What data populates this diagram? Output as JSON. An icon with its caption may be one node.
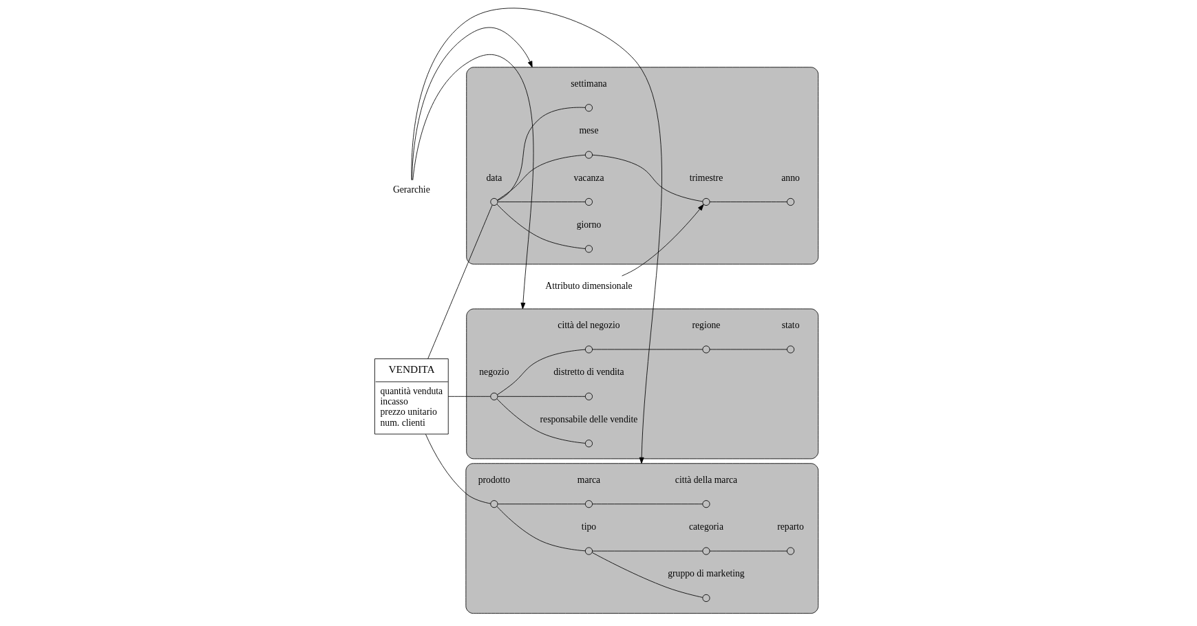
{
  "diagram": {
    "nodes": [
      {
        "text": [
          "Gerarchie"
        ]
      },
      {
        "text": [],
        "shape": "ellipse"
      },
      {
        "text": [],
        "shape": "circle",
        "beside": [
          "gruppo di marketing"
        ],
        "in": 1
      },
      {
        "text": [],
        "shape": "circle",
        "beside": [
          "reparto"
        ],
        "in": 1
      },
      {
        "text": [],
        "shape": "circle",
        "beside": [
          "categoria"
        ],
        "in": 1
      },
      {
        "text": [],
        "shape": "circle",
        "beside": [
          "tipo"
        ],
        "in": 1
      },
      {
        "text": [],
        "shape": "circle",
        "beside": [
          "città della marca"
        ],
        "in": 1
      },
      {
        "text": [],
        "shape": "circle",
        "beside": [
          "marca"
        ],
        "in": 1
      },
      {
        "text": [],
        "shape": "circle",
        "beside": [
          "prodotto"
        ],
        "in": 1
      },
      {
        "text": [],
        "shape": "ellipse"
      },
      {
        "text": [],
        "shape": "circle",
        "beside": [
          "giorno"
        ],
        "in": 9
      },
      {
        "text": [],
        "shape": "circle",
        "beside": [
          "vacanza"
        ],
        "in": 9
      },
      {
        "text": [],
        "shape": "circle",
        "beside": [
          "anno"
        ],
        "in": 9
      },
      {
        "text": [],
        "shape": "circle",
        "beside": [
          "trimestre"
        ],
        "in": 9
      },
      {
        "text": [],
        "shape": "circle",
        "beside": [
          "mese"
        ],
        "in": 9
      },
      {
        "text": [],
        "shape": "circle",
        "beside": [
          "data"
        ],
        "in": 9
      },
      {
        "text": [],
        "shape": "circle",
        "beside": [
          "settimana"
        ],
        "in": 9
      },
      {
        "text": [
          "VENDITA",
          "quantità venduta",
          "incasso",
          "prezzo unitario",
          "num. clienti"
        ]
      },
      {
        "text": [],
        "shape": "ellipse"
      },
      {
        "text": [],
        "shape": "circle",
        "beside": [
          "responsabile delle vendite"
        ],
        "in": 18
      },
      {
        "text": [],
        "shape": "circle",
        "beside": [
          "distretto di vendita"
        ],
        "in": 18
      },
      {
        "text": [],
        "shape": "circle",
        "beside": [
          "negozio"
        ],
        "in": 18
      },
      {
        "text": [],
        "shape": "circle",
        "beside": [
          "città del negozio"
        ],
        "in": 18
      },
      {
        "text": [],
        "shape": "circle",
        "beside": [
          "regione"
        ],
        "in": 18
      },
      {
        "text": [],
        "shape": "circle",
        "beside": [
          "stato"
        ],
        "in": 18
      },
      {
        "text": [
          "Attributo dimensionale"
        ]
      }
    ],
    "edges": [
      {
        "from": 0,
        "to": 1,
        "arrow": "to"
      },
      {
        "from": 0,
        "to": 9,
        "arrow": "to"
      },
      {
        "from": 0,
        "to": 18,
        "arrow": "to"
      },
      {
        "from": 8,
        "to": 5,
        "arrow": "none"
      },
      {
        "from": 5,
        "to": 2,
        "arrow": "none"
      },
      {
        "from": 5,
        "to": 4,
        "arrow": "none"
      },
      {
        "from": 4,
        "to": 3,
        "arrow": "none"
      },
      {
        "from": 8,
        "to": 7,
        "arrow": "none"
      },
      {
        "from": 7,
        "to": 6,
        "arrow": "none"
      },
      {
        "from": 17,
        "to": 8,
        "arrow": "none"
      },
      {
        "from": 13,
        "to": 12,
        "arrow": "none"
      },
      {
        "from": 14,
        "to": 13,
        "arrow": "none"
      },
      {
        "from": 15,
        "to": 14,
        "arrow": "none"
      },
      {
        "from": 15,
        "to": 10,
        "arrow": "none"
      },
      {
        "from": 15,
        "to": 11,
        "arrow": "none"
      },
      {
        "from": 15,
        "to": 16,
        "arrow": "none"
      },
      {
        "from": 17,
        "to": 15,
        "arrow": "none"
      },
      {
        "from": 17,
        "to": 21,
        "arrow": "none"
      },
      {
        "from": 21,
        "to": 19,
        "arrow": "none"
      },
      {
        "from": 21,
        "to": 20,
        "arrow": "none"
      },
      {
        "from": 21,
        "to": 22,
        "arrow": "none"
      },
      {
        "from": 22,
        "to": 23,
        "arrow": "none"
      },
      {
        "from": 23,
        "to": 24,
        "arrow": "none"
      },
      {
        "from": 25,
        "to": 13,
        "arrow": "to"
      }
    ]
  }
}
